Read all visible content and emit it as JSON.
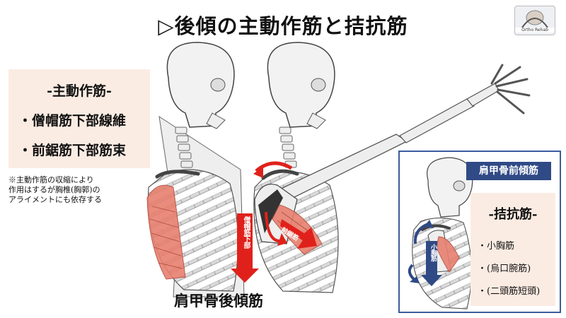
{
  "title": "▷後傾の主動作筋と拮抗筋",
  "agonist": {
    "heading": "-主動作筋-",
    "items": [
      "・僧帽筋下部線維",
      "・前鋸筋下部筋束"
    ]
  },
  "note": "※主動作筋の収縮により\n作用はするが胸椎(胸郭)の\nアライメントにも依存する",
  "figure_labels": {
    "trap_arrow": "僧帽筋下部",
    "serratus_arrow": "前鋸筋"
  },
  "bottom_label": "肩甲骨後傾筋",
  "inset": {
    "title": "肩甲骨前傾筋",
    "arrow_label": "小胸筋",
    "antagonist_heading": "-拮抗筋-",
    "antagonist_items": [
      "・小胸筋",
      "・(烏口腕筋)",
      "・(二頭筋短頭)"
    ]
  },
  "logo_text": "Ortho Rehab",
  "colors": {
    "accent_red": "#e0211b",
    "muscle": "#e8806f",
    "navy": "#2f4a85",
    "box_bg": "#fbece3"
  }
}
